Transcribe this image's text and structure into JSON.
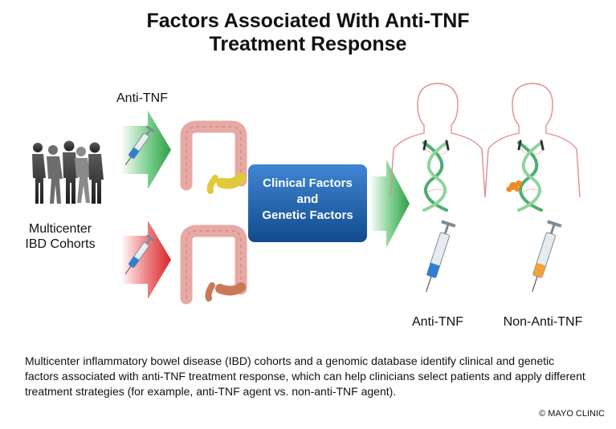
{
  "title_line1": "Factors Associated With Anti-TNF",
  "title_line2": "Treatment Response",
  "labels": {
    "top_arrow": "Anti-TNF",
    "cohorts_line1": "Multicenter",
    "cohorts_line2": "IBD Cohorts",
    "center_line1": "Clinical Factors",
    "center_line2": "and",
    "center_line3": "Genetic Factors",
    "outcome_left": "Anti-TNF",
    "outcome_right": "Non-Anti-TNF"
  },
  "caption": "Multicenter inflammatory bowel disease (IBD) cohorts and a genomic database identify clinical and genetic factors associated with anti-TNF treatment response, which can help clinicians select patients and apply different treatment strategies (for example, anti-TNF agent vs. non-anti-TNF agent).",
  "copyright": "© MAYO CLINIC",
  "colors": {
    "green_arrow": "#2f9e4a",
    "red_arrow": "#d9262b",
    "center_box": "#1d5fa8",
    "colon": "#e7a9a3",
    "dna": "#4cae6e",
    "syringe_blue": "#2f7fd0",
    "syringe_orange": "#f0a13a"
  }
}
